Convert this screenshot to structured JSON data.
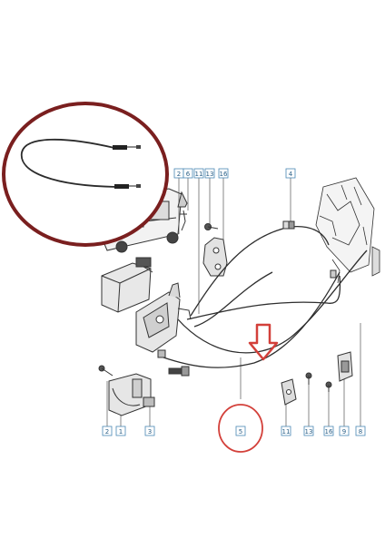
{
  "diagram": {
    "callouts": {
      "c1": "2",
      "c2": "6",
      "c3": "11",
      "c4": "13",
      "c5": "16",
      "c6": "4",
      "b1": "2",
      "b2": "1",
      "b3": "3",
      "b4": "5",
      "b5": "11",
      "b6": "13",
      "b7": "16",
      "b8": "9",
      "b9": "8"
    },
    "colors": {
      "highlight": "#7a1f1f",
      "callout_border": "#4a88b4",
      "callout_text": "#2a5f87",
      "line": "#333333",
      "arrow": "#d3403a"
    }
  }
}
